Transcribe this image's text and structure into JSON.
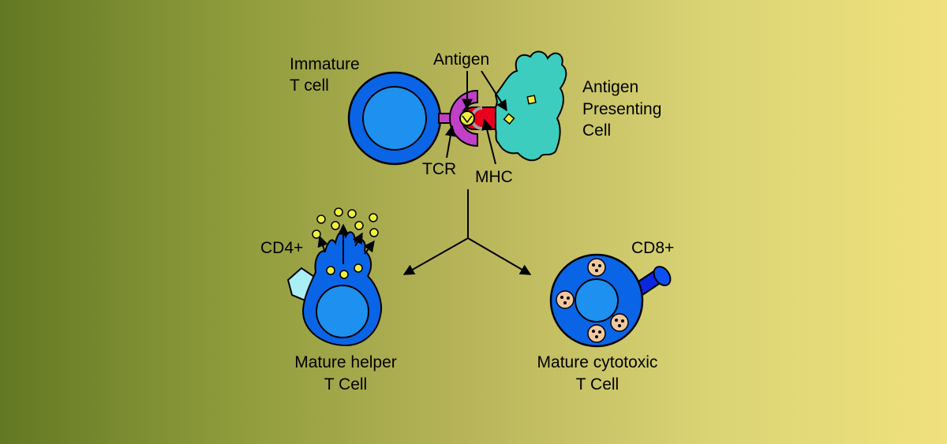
{
  "labels": {
    "immature_line1": "Immature",
    "immature_line2": "T cell",
    "antigen": "Antigen",
    "apc_line1": "Antigen",
    "apc_line2": "Presenting",
    "apc_line3": "Cell",
    "tcr": "TCR",
    "mhc": "MHC",
    "cd4": "CD4+",
    "cd8": "CD8+",
    "helper_line1": "Mature helper",
    "helper_line2": "T Cell",
    "cytotoxic_line1": "Mature cytotoxic",
    "cytotoxic_line2": "T Cell"
  },
  "colors": {
    "t_cell_outer": "#0a64e6",
    "t_cell_inner": "#1e90f0",
    "tcr_receptor": "#c040c8",
    "mhc": "#e8001e",
    "antigen": "#f0f03c",
    "apc": "#3ccdbe",
    "cd4_receptor": "#aaeef8",
    "cd8_receptor": "#0a28e0",
    "granule": "#f0c8a0"
  }
}
